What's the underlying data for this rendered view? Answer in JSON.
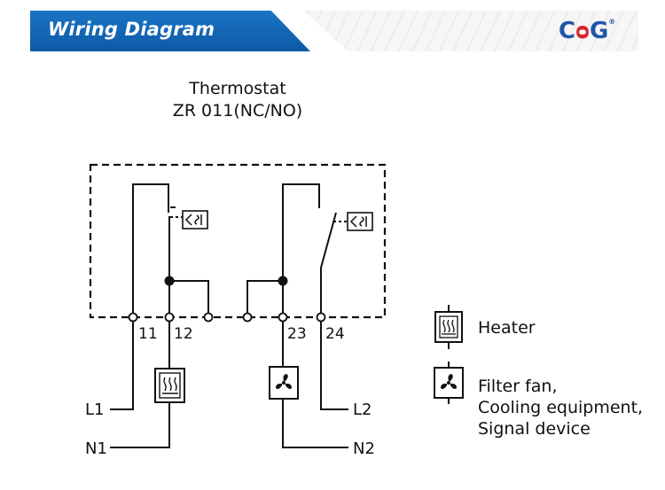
{
  "header": {
    "title": "Wiring Diagram",
    "brand": {
      "left": "C",
      "mid": "ᴑ",
      "right": "G",
      "reg": "®"
    }
  },
  "device": {
    "name": "Thermostat",
    "model": "ZR  011(NC/NO)"
  },
  "terminals": {
    "t11": "11",
    "t12": "12",
    "t23": "23",
    "t24": "24"
  },
  "lines": {
    "l1": "L1",
    "n1": "N1",
    "l2": "L2",
    "n2": "N2"
  },
  "legend": {
    "heater": "Heater",
    "fan_line1": "Filter fan,",
    "fan_line2": "Cooling equipment,",
    "fan_line3": "Signal device"
  },
  "icons": {
    "heater": "heater-icon",
    "fan": "fan-icon",
    "thermal_sensor": "thermal-sensor-icon"
  }
}
